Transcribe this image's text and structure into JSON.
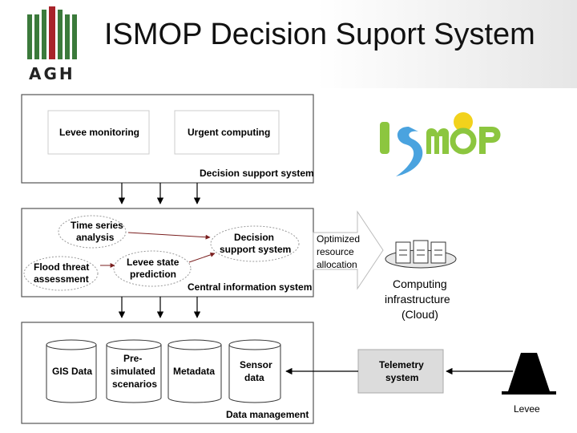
{
  "slide": {
    "title": "ISMOP Decision Suport System"
  },
  "logo": {
    "text": "AGH",
    "icon": "agh-logo"
  },
  "brand_logo": {
    "icon": "ismop-logo",
    "text": "ISMOP"
  },
  "decision_layer": {
    "label": "Decision support system",
    "levee_monitoring": "Levee monitoring",
    "urgent_computing": "Urgent computing"
  },
  "central_layer": {
    "label": "Central information system",
    "time_series": [
      "Time series",
      "analysis"
    ],
    "decision_support": [
      "Decision",
      "support system"
    ],
    "flood_threat": [
      "Flood threat",
      "assessment"
    ],
    "levee_state": [
      "Levee state",
      "prediction"
    ]
  },
  "cloud": {
    "arrow_label": [
      "Optimized",
      "resource",
      "allocation"
    ],
    "label": [
      "Computing",
      "infrastructure",
      "(Cloud)"
    ],
    "icon": "server-cluster-icon"
  },
  "data_layer": {
    "label": "Data management",
    "gis": "GIS Data",
    "presim": [
      "Pre-",
      "simulated",
      "scenarios"
    ],
    "metadata": "Metadata",
    "sensor": [
      "Sensor",
      "data"
    ]
  },
  "telemetry": {
    "label": [
      "Telemetry",
      "system"
    ]
  },
  "levee": {
    "label": "Levee"
  },
  "colors": {
    "ismop_green": "#8cc63f",
    "ismop_blue": "#4aa3df",
    "ismop_yellow": "#f2d21c",
    "agh_green": "#3b7a3b",
    "agh_red": "#a8232a"
  }
}
